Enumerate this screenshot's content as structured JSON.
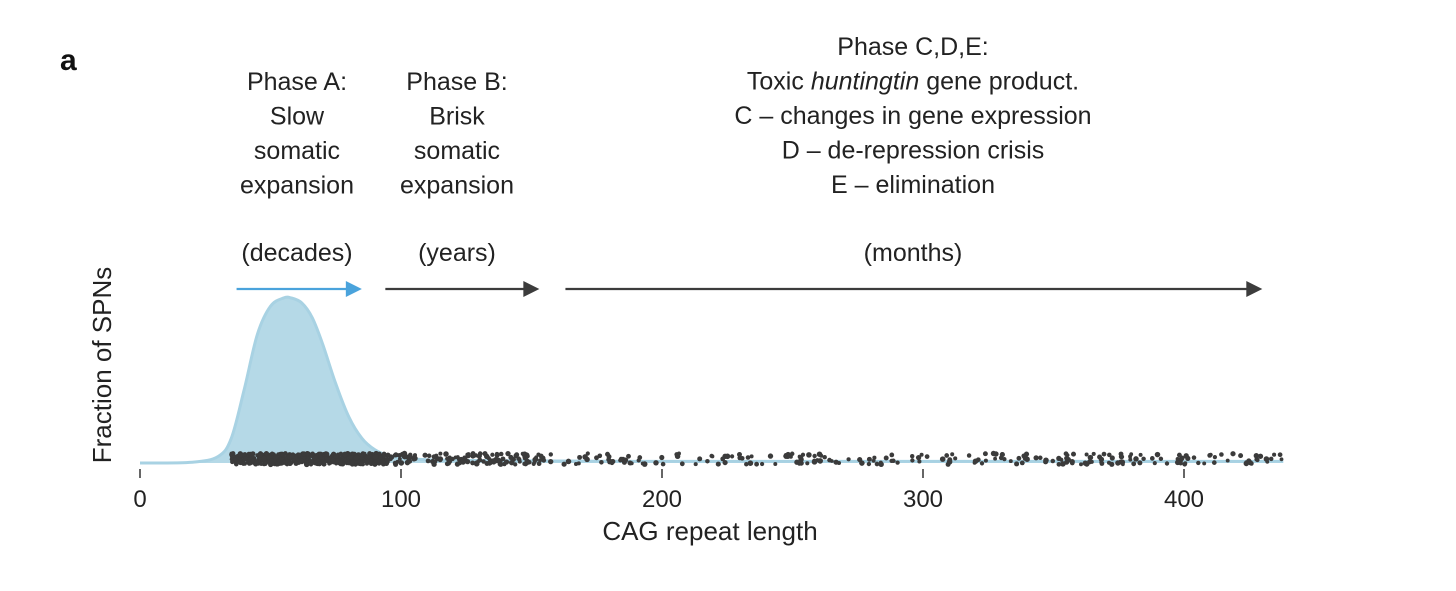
{
  "panel_label": "a",
  "colors": {
    "density_fill": "#b5d9e7",
    "density_line": "#a8d2e3",
    "phase_a_arrow": "#4aa3dc",
    "arrow": "#3c3c3c",
    "points": "#3b3b3b",
    "text": "#222222"
  },
  "phases": [
    {
      "id": "phase-a",
      "lines": [
        {
          "text": "Phase A:"
        },
        {
          "text": "Slow"
        },
        {
          "text": "somatic"
        },
        {
          "text": "expansion"
        }
      ],
      "timescale": "(decades)",
      "arrow_range": [
        37,
        85
      ]
    },
    {
      "id": "phase-b",
      "lines": [
        {
          "text": "Phase B:"
        },
        {
          "text": "Brisk"
        },
        {
          "text": "somatic"
        },
        {
          "text": "expansion"
        }
      ],
      "timescale": "(years)",
      "arrow_range": [
        94,
        153
      ]
    },
    {
      "id": "phase-cde",
      "lines": [
        {
          "text": "Phase C,D,E:"
        },
        {
          "pre": "Toxic ",
          "italic": "huntingtin",
          "post": " gene product."
        },
        {
          "text": "C – changes in gene expression"
        },
        {
          "text": "D – de-repression crisis"
        },
        {
          "text": "E – elimination"
        }
      ],
      "timescale": "(months)",
      "arrow_range": [
        163,
        430
      ]
    }
  ],
  "chart_data": {
    "type": "area",
    "xlabel": "CAG repeat length",
    "ylabel": "Fraction of SPNs",
    "xlim": [
      0,
      440
    ],
    "x_ticks": [
      0,
      100,
      200,
      300,
      400
    ],
    "density": {
      "x": [
        0,
        20,
        30,
        35,
        40,
        45,
        50,
        55,
        58,
        62,
        66,
        70,
        75,
        80,
        85,
        90,
        95,
        100,
        110,
        130,
        160,
        200,
        300,
        400,
        438
      ],
      "y": [
        0.0,
        0.005,
        0.04,
        0.15,
        0.45,
        0.78,
        0.95,
        1.0,
        1.0,
        0.97,
        0.88,
        0.72,
        0.48,
        0.28,
        0.15,
        0.08,
        0.045,
        0.03,
        0.02,
        0.015,
        0.012,
        0.01,
        0.01,
        0.01,
        0.01
      ]
    },
    "scatter_range": [
      35,
      438
    ],
    "grid": false,
    "legend": "none"
  }
}
